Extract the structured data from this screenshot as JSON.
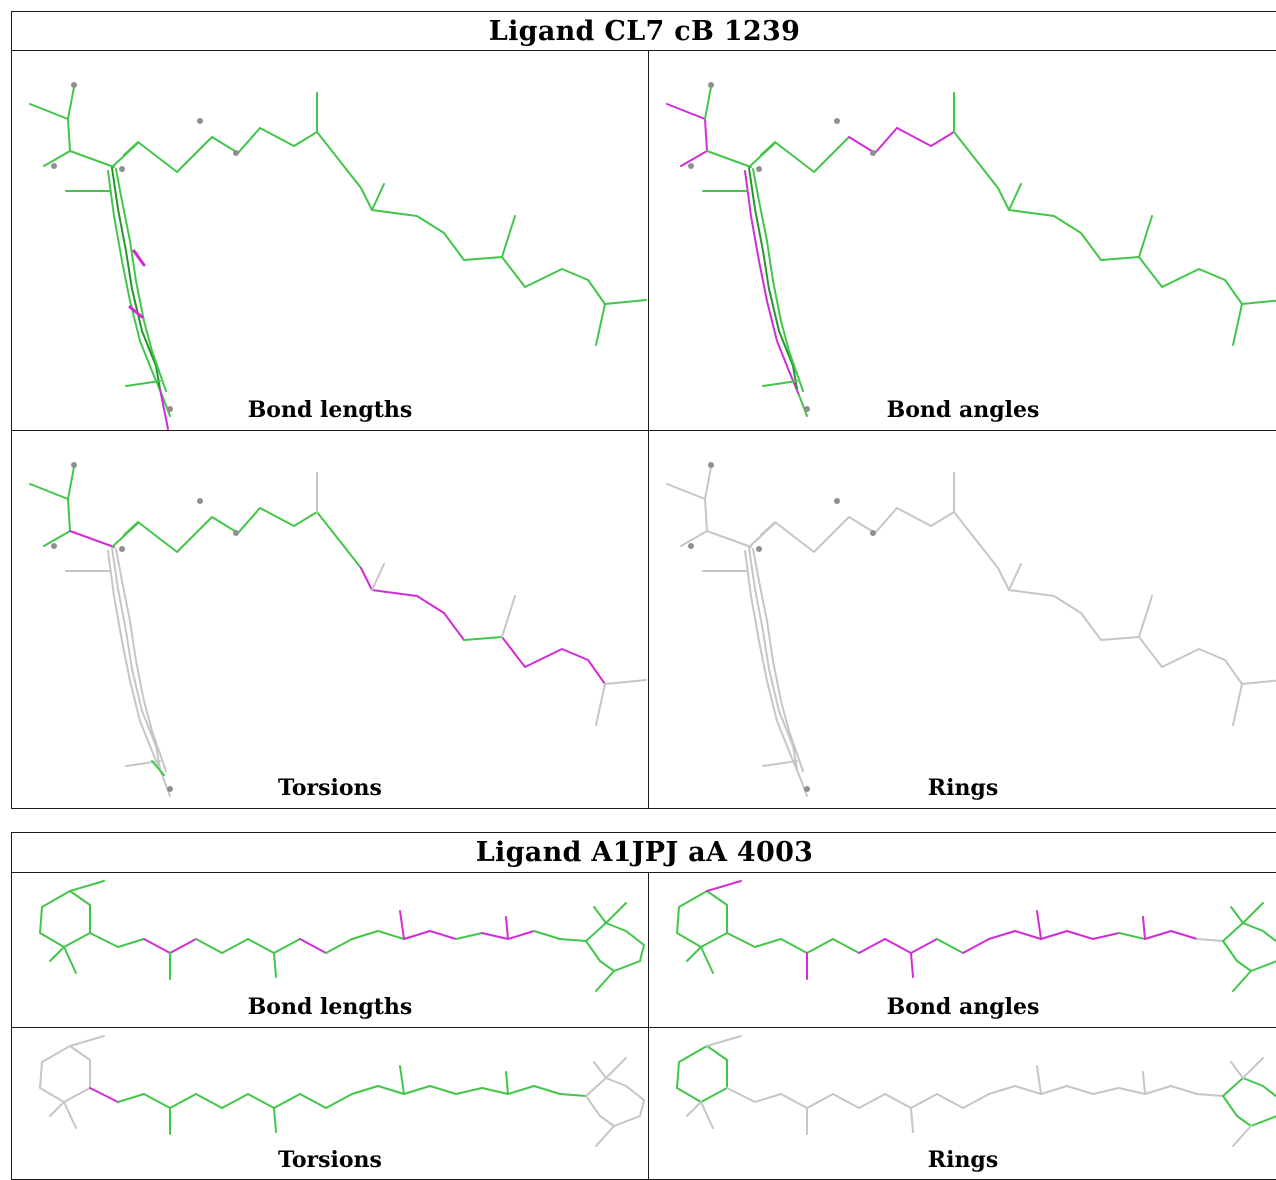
{
  "colors": {
    "outlier": "#d22bd8",
    "normal": "#42c64a",
    "normal_dark": "#25962c",
    "not_analysed": "#c6c6c6",
    "atom": "#8f8f8f",
    "metal": "#bfe026"
  },
  "ligands": [
    {
      "title": "Ligand CL7 cB 1239",
      "panels": [
        {
          "caption": "Bond lengths",
          "scheme": "bonds"
        },
        {
          "caption": "Bond angles",
          "scheme": "angles"
        },
        {
          "caption": "Torsions",
          "scheme": "torsions"
        },
        {
          "caption": "Rings",
          "scheme": "rings"
        }
      ]
    },
    {
      "title": "Ligand A1JPJ aA 4003",
      "panels": [
        {
          "caption": "Bond lengths",
          "scheme": "bonds"
        },
        {
          "caption": "Bond angles",
          "scheme": "angles"
        },
        {
          "caption": "Torsions",
          "scheme": "torsions"
        },
        {
          "caption": "Rings",
          "scheme": "rings"
        }
      ]
    }
  ]
}
